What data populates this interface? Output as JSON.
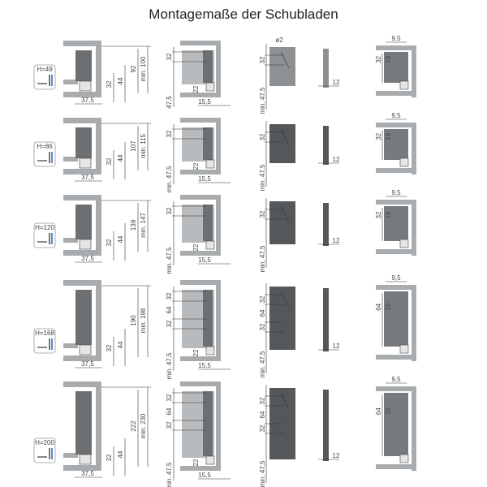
{
  "title": "Montagemaße der Schubladen",
  "colors": {
    "cabinet": "#a9acae",
    "drawer_light": "#b8bbbd",
    "drawer_dark": "#55585b",
    "line": "#333333"
  },
  "rows": [
    {
      "badge": "H=49",
      "side": {
        "width": "37,5",
        "a": "32",
        "b": "44",
        "inner": "92",
        "min": "min. 100"
      },
      "front": {
        "bottom": "47,5",
        "holes": [
          "32"
        ],
        "rail": "22",
        "offset": "15,5"
      },
      "panel": {
        "holes": [
          "32"
        ],
        "min": "min. 47,5",
        "dia": "ø2"
      },
      "edge": {
        "thick": "12"
      },
      "top": {
        "w": "9,5",
        "holes": [
          "32",
          "19"
        ]
      }
    },
    {
      "badge": "H=86",
      "side": {
        "width": "37,5",
        "a": "32",
        "b": "44",
        "inner": "107",
        "min": "min. 115"
      },
      "front": {
        "bottom": "min. 47,5",
        "holes": [
          "32"
        ],
        "rail": "22",
        "offset": "15,5"
      },
      "panel": {
        "holes": [
          "32"
        ],
        "min": "min. 47,5",
        "dia": ""
      },
      "edge": {
        "thick": "12"
      },
      "top": {
        "w": "9,5",
        "holes": [
          "32",
          "19"
        ]
      }
    },
    {
      "badge": "H=120",
      "side": {
        "width": "37,5",
        "a": "32",
        "b": "44",
        "inner": "139",
        "min": "min. 147"
      },
      "front": {
        "bottom": "min. 47,5",
        "holes": [
          "32"
        ],
        "rail": "22",
        "offset": "15,5"
      },
      "panel": {
        "holes": [
          "32"
        ],
        "min": "min. 47,5",
        "dia": ""
      },
      "edge": {
        "thick": "12"
      },
      "top": {
        "w": "9,5",
        "holes": [
          "32",
          "19"
        ]
      }
    },
    {
      "badge": "H=168",
      "side": {
        "width": "37,5",
        "a": "32",
        "b": "44",
        "inner": "190",
        "min": "min. 198"
      },
      "front": {
        "bottom": "min. 47,5",
        "holes": [
          "32",
          "64",
          "32"
        ],
        "rail": "22",
        "offset": "15,5"
      },
      "panel": {
        "holes": [
          "32",
          "64",
          "32"
        ],
        "min": "min. 47,5",
        "dia": ""
      },
      "edge": {
        "thick": "12"
      },
      "top": {
        "w": "9,5",
        "holes": [
          "64",
          "19"
        ]
      }
    },
    {
      "badge": "H=200",
      "side": {
        "width": "37,5",
        "a": "32",
        "b": "44",
        "inner": "222",
        "min": "min. 230"
      },
      "front": {
        "bottom": "min. 47,5",
        "holes": [
          "32",
          "64",
          "32"
        ],
        "rail": "22",
        "offset": "15,5"
      },
      "panel": {
        "holes": [
          "32",
          "64",
          "32"
        ],
        "min": "min. 47,5",
        "dia": ""
      },
      "edge": {
        "thick": "12"
      },
      "top": {
        "w": "9,5",
        "holes": [
          "64",
          "19"
        ]
      }
    }
  ]
}
